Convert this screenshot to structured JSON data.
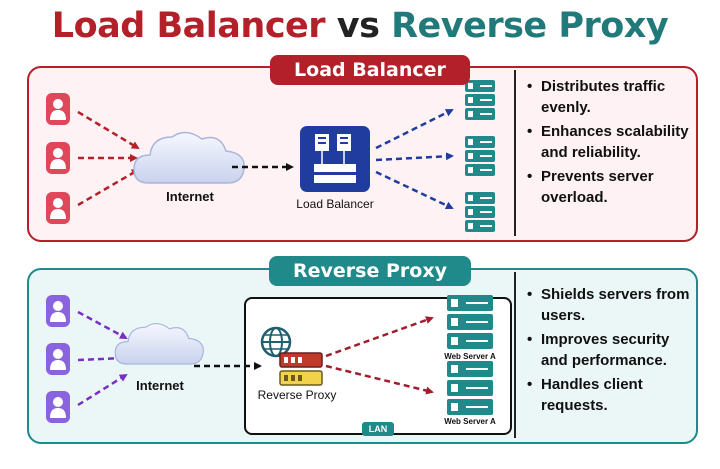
{
  "title": {
    "part1": "Load Balancer",
    "part2": "vs",
    "part3": "Reverse Proxy"
  },
  "load_balancer": {
    "heading": "Load Balancer",
    "internet_label": "Internet",
    "node_label": "Load Balancer",
    "bullets": [
      "Distributes traffic evenly.",
      "Enhances scalability and reliability.",
      "Prevents server overload."
    ]
  },
  "reverse_proxy": {
    "heading": "Reverse Proxy",
    "internet_label": "Internet",
    "node_label": "Reverse Proxy",
    "server_a_label": "Web Server A",
    "server_b_label": "Web Server A",
    "lan_label": "LAN",
    "bullets": [
      "Shields servers from users.",
      "Improves security and performance.",
      "Handles client requests."
    ]
  },
  "colors": {
    "red_accent": "#b3202a",
    "teal_accent": "#1f8a89",
    "blue_accent": "#1f3c9e",
    "purple_accent": "#7a2fc4",
    "user_red": "#e0475a",
    "user_purple": "#8a63e0"
  }
}
